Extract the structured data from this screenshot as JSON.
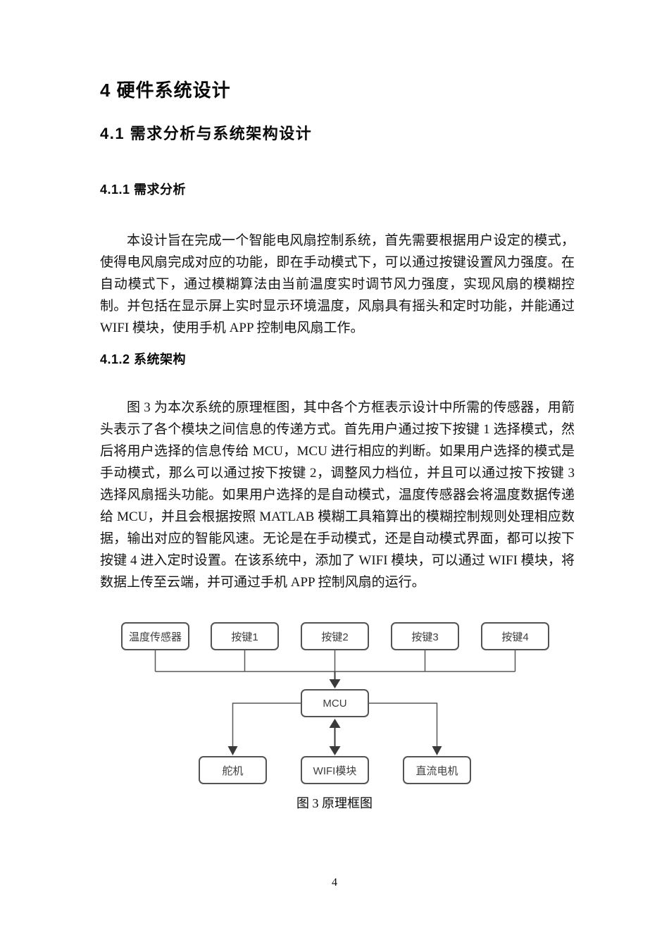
{
  "headings": {
    "h1": "4 硬件系统设计",
    "h2": "4.1 需求分析与系统架构设计",
    "h3_1": "4.1.1 需求分析",
    "h3_2": "4.1.2 系统架构"
  },
  "paragraphs": {
    "p1": "本设计旨在完成一个智能电风扇控制系统，首先需要根据用户设定的模式，使得电风扇完成对应的功能，即在手动模式下，可以通过按键设置风力强度。在自动模式下，通过模糊算法由当前温度实时调节风力强度，实现风扇的模糊控制。并包括在显示屏上实时显示环境温度，风扇具有摇头和定时功能，并能通过 WIFI 模块，使用手机 APP 控制电风扇工作。",
    "p2": "图 3 为本次系统的原理框图，其中各个方框表示设计中所需的传感器，用箭头表示了各个模块之间信息的传递方式。首先用户通过按下按键 1 选择模式，然后将用户选择的信息传给 MCU，MCU 进行相应的判断。如果用户选择的模式是手动模式，那么可以通过按下按键 2，调整风力档位，并且可以通过按下按键 3 选择风扇摇头功能。如果用户选择的是自动模式，温度传感器会将温度数据传递给 MCU，并且会根据按照 MATLAB 模糊工具箱算出的模糊控制规则处理相应数据，输出对应的智能风速。无论是在手动模式，还是自动模式界面，都可以按下按键 4 进入定时设置。在该系统中，添加了 WIFI 模块，可以通过 WIFI 模块，将数据上传至云端，并可通过手机 APP 控制风扇的运行。"
  },
  "figure": {
    "caption": "图 3 原理框图",
    "inputs": [
      {
        "label": "温度传感器"
      },
      {
        "label": "按键1"
      },
      {
        "label": "按键2"
      },
      {
        "label": "按键3"
      },
      {
        "label": "按键4"
      }
    ],
    "controller": {
      "label": "MCU"
    },
    "outputs": [
      {
        "label": "舵机"
      },
      {
        "label": "WIFI模块"
      },
      {
        "label": "直流电机"
      }
    ],
    "colors": {
      "box_border": "#545454",
      "connector_line": "#595959",
      "arrowhead": "#3a3a3a",
      "box_text": "#3d3d3d"
    }
  },
  "footer": {
    "page_number": "4"
  }
}
